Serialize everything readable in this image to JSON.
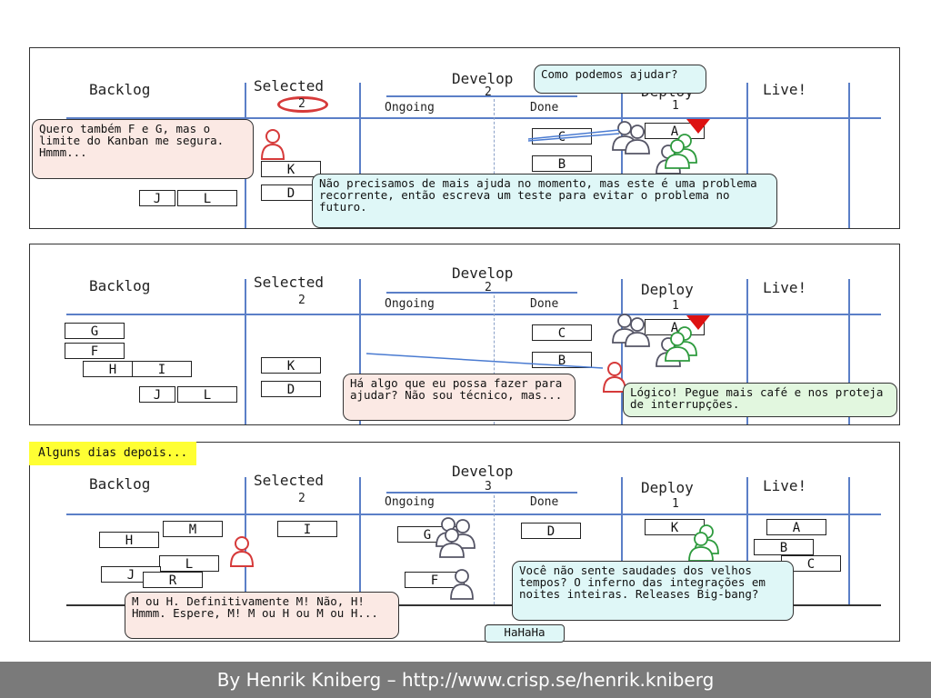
{
  "columns": {
    "backlog": "Backlog",
    "selected": "Selected",
    "develop": "Develop",
    "ongoing": "Ongoing",
    "done": "Done",
    "deploy": "Deploy",
    "live": "Live!"
  },
  "panel1": {
    "selected_limit": "2",
    "develop_limit": "2",
    "deploy_limit": "1",
    "cards": {
      "c": "C",
      "b": "B",
      "a": "A",
      "k": "K",
      "d": "D",
      "j": "J",
      "l": "L"
    },
    "bubble_customer": "Quero também F e G, mas o limite do Kanban me segura. Hmmm...",
    "bubble_team_question": "Como podemos ajudar?",
    "bubble_team_reply": "Não precisamos de mais ajuda no momento, mas este é uma problema recorrente, então escreva um teste para evitar o problema no futuro."
  },
  "panel2": {
    "selected_limit": "2",
    "develop_limit": "2",
    "deploy_limit": "1",
    "cards": {
      "g": "G",
      "f": "F",
      "h": "H",
      "i": "I",
      "j": "J",
      "l": "L",
      "k": "K",
      "d": "D",
      "c": "C",
      "b": "B",
      "a": "A"
    },
    "bubble_manager": "Há algo que eu possa fazer para ajudar? Não sou técnico, mas...",
    "bubble_team": "Lógico! Pegue mais café e nos proteja de interrupções."
  },
  "panel3": {
    "tag": "Alguns dias depois...",
    "selected_limit": "2",
    "develop_limit": "3",
    "deploy_limit": "1",
    "cards": {
      "m": "M",
      "h": "H",
      "l": "L",
      "j": "J",
      "r": "R",
      "i": "I",
      "g": "G",
      "f": "F",
      "d": "D",
      "k": "K",
      "a": "A",
      "b": "B",
      "c": "C"
    },
    "bubble_customer": "M ou H. Definitivamente M! Não, H! Hmmm. Espere, M! M ou H ou M ou H...",
    "bubble_team": "Você não sente saudades dos velhos tempos? O inferno das integrações em noites inteiras. Releases Big-bang?",
    "bubble_laugh": "HaHaHa"
  },
  "footer": "By Henrik Kniberg – http://www.crisp.se/henrik.kniberg",
  "colors": {
    "grid": "#5b7fc7",
    "pink": "#fbe9e4",
    "cyan": "#dff7f7",
    "green": "#e2f7df",
    "wip_red": "#d63a3a",
    "tag": "#ffff33"
  }
}
